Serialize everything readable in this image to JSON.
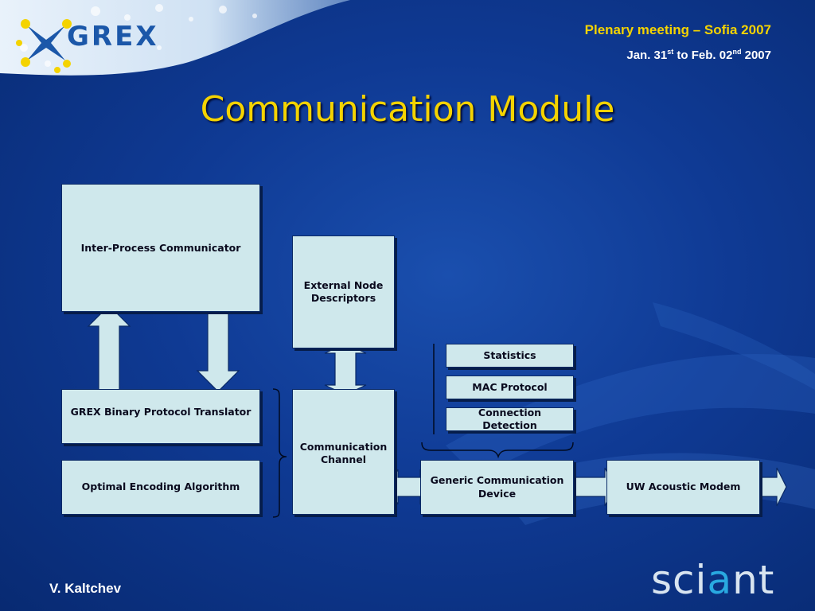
{
  "header": {
    "logo_text": "GREX",
    "meeting": "Plenary meeting – Sofia 2007",
    "dates": {
      "part1": "Jan. 31",
      "sup1": "st",
      "part2": " to Feb. 02",
      "sup2": "nd",
      "part3": " 2007"
    }
  },
  "title": "Communication Module",
  "diagram": {
    "ipc": "Inter-Process Communicator",
    "external_nodes": "External Node Descriptors",
    "statistics": "Statistics",
    "mac": "MAC Protocol",
    "connection_detection": "Connection Detection",
    "translator": "GREX Binary Protocol Translator",
    "comm_channel": "Communication Channel",
    "encoding": "Optimal Encoding Algorithm",
    "generic_device": "Generic Communication Device",
    "modem": "UW Acoustic Modem"
  },
  "footer": {
    "author": "V. Kaltchev",
    "brand_part1": "sci",
    "brand_accent": "a",
    "brand_part2": "nt"
  },
  "colors": {
    "background": "#0f3a94",
    "title": "#f4d300",
    "box_fill": "#cfe8ec",
    "brand_accent": "#29a9e0"
  }
}
